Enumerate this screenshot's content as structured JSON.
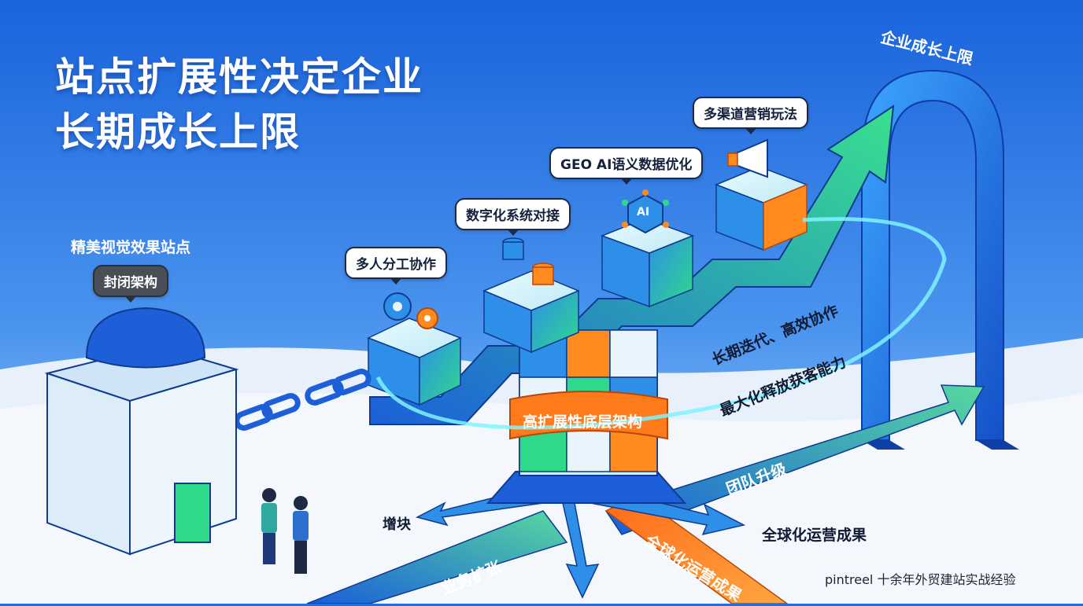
{
  "title": {
    "line1": "站点扩展性决定企业",
    "line2": "长期成长上限"
  },
  "closed_site": {
    "caption": "精美视觉效果站点",
    "tag": "封闭架构"
  },
  "arch": {
    "top_label": "企业成长上限"
  },
  "steps": {
    "collab": "多人分工协作",
    "digital": "数字化系统对接",
    "geo": "GEO AI语义数据优化",
    "marketing": "多渠道营销玩法"
  },
  "ai_badge": "AI",
  "core_band": "高扩展性底层架构",
  "benefits": {
    "line1": "长期迭代、高效协作",
    "line2": "最大化释放获客能力"
  },
  "arrows": {
    "team": "团队升级",
    "business": "业务扩张",
    "global_arrow": "全球化运营成果",
    "add_block": "增块",
    "global_right": "全球化运营成果"
  },
  "footer": "pintreel 十余年外贸建站实战经验",
  "colors": {
    "sky": "#1f6fe0",
    "green": "#2fd98a",
    "blue": "#1e6fe0",
    "orange": "#ff8a1e",
    "ground": "#e8f1fb"
  }
}
